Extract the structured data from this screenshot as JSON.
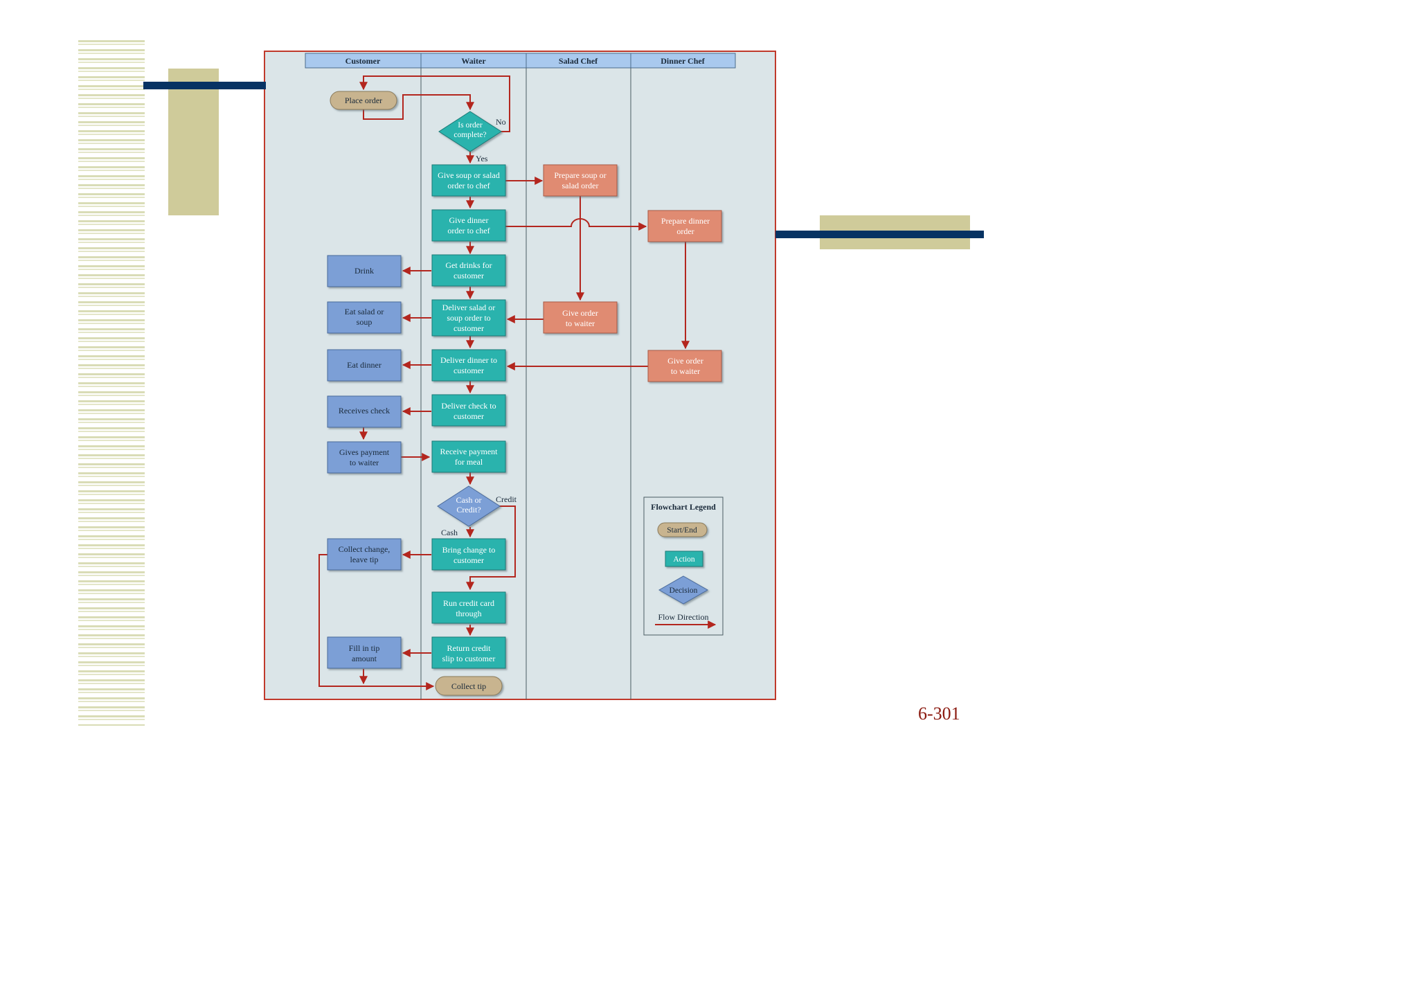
{
  "page_number": "6-301",
  "lanes": [
    "Customer",
    "Waiter",
    "Salad Chef",
    "Dinner Chef"
  ],
  "nodes": {
    "place_order": "Place order",
    "is_order_complete": [
      "Is order",
      "complete?"
    ],
    "give_soup_salad_order": [
      "Give soup or salad",
      "order to chef"
    ],
    "prepare_soup_salad": [
      "Prepare soup or",
      "salad order"
    ],
    "give_dinner_order": [
      "Give dinner",
      "order to chef"
    ],
    "prepare_dinner": [
      "Prepare dinner",
      "order"
    ],
    "get_drinks": [
      "Get drinks for",
      "customer"
    ],
    "drink": "Drink",
    "deliver_salad_soup": [
      "Deliver salad or",
      "soup order to",
      "customer"
    ],
    "eat_salad_soup": [
      "Eat salad or",
      "soup"
    ],
    "salad_chef_give_order": [
      "Give order",
      "to waiter"
    ],
    "deliver_dinner": [
      "Deliver dinner to",
      "customer"
    ],
    "eat_dinner": "Eat dinner",
    "dinner_chef_give_order": [
      "Give order",
      "to waiter"
    ],
    "deliver_check": [
      "Deliver check to",
      "customer"
    ],
    "receives_check": "Receives check",
    "gives_payment": [
      "Gives payment",
      "to waiter"
    ],
    "receive_payment": [
      "Receive payment",
      "for meal"
    ],
    "cash_or_credit": [
      "Cash or",
      "Credit?"
    ],
    "bring_change": [
      "Bring change to",
      "customer"
    ],
    "collect_change": [
      "Collect change,",
      "leave tip"
    ],
    "run_credit_card": [
      "Run credit card",
      "through"
    ],
    "return_credit_slip": [
      "Return credit",
      "slip to customer"
    ],
    "fill_in_tip": [
      "Fill in tip",
      "amount"
    ],
    "collect_tip": "Collect tip"
  },
  "edge_labels": {
    "no": "No",
    "yes": "Yes",
    "credit": "Credit",
    "cash": "Cash"
  },
  "legend": {
    "title": "Flowchart Legend",
    "start_end": "Start/End",
    "action": "Action",
    "decision": "Decision",
    "flow_direction": "Flow Direction"
  },
  "colors": {
    "panel_bg": "#dbe5e8",
    "panel_border": "#c0392b",
    "header_bg": "#a9c9ee",
    "action": "#2bb3ad",
    "customer": "#7c9fd6",
    "chef": "#e08b72",
    "terminal": "#c8b48f",
    "decision_waiter": "#2bb3ad",
    "decision_payment": "#7c9fd6",
    "arrow": "#b3261e"
  }
}
